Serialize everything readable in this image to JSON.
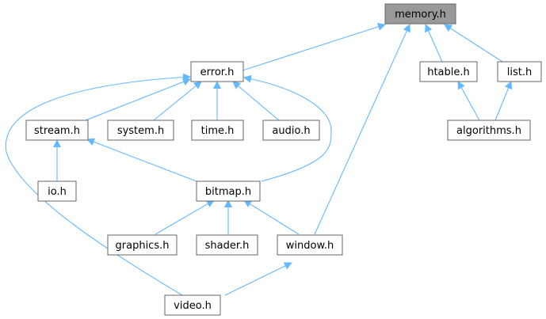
{
  "colors": {
    "edge": "#63b8ff",
    "node_border": "#666666",
    "node_fill": "#ffffff",
    "root_fill": "#999999",
    "root_border": "#666666"
  },
  "nodes": {
    "memory": {
      "label": "memory.h"
    },
    "error": {
      "label": "error.h"
    },
    "htable": {
      "label": "htable.h"
    },
    "list": {
      "label": "list.h"
    },
    "algorithms": {
      "label": "algorithms.h"
    },
    "stream": {
      "label": "stream.h"
    },
    "system": {
      "label": "system.h"
    },
    "time": {
      "label": "time.h"
    },
    "audio": {
      "label": "audio.h"
    },
    "io": {
      "label": "io.h"
    },
    "bitmap": {
      "label": "bitmap.h"
    },
    "graphics": {
      "label": "graphics.h"
    },
    "shader": {
      "label": "shader.h"
    },
    "window": {
      "label": "window.h"
    },
    "video": {
      "label": "video.h"
    }
  },
  "edges": [
    {
      "from": "error",
      "to": "memory"
    },
    {
      "from": "window",
      "to": "memory"
    },
    {
      "from": "htable",
      "to": "memory"
    },
    {
      "from": "list",
      "to": "memory"
    },
    {
      "from": "stream",
      "to": "error"
    },
    {
      "from": "system",
      "to": "error"
    },
    {
      "from": "time",
      "to": "error"
    },
    {
      "from": "audio",
      "to": "error"
    },
    {
      "from": "bitmap",
      "to": "error"
    },
    {
      "from": "video",
      "to": "error"
    },
    {
      "from": "algorithms",
      "to": "htable"
    },
    {
      "from": "algorithms",
      "to": "list"
    },
    {
      "from": "io",
      "to": "stream"
    },
    {
      "from": "bitmap",
      "to": "stream"
    },
    {
      "from": "graphics",
      "to": "bitmap"
    },
    {
      "from": "shader",
      "to": "bitmap"
    },
    {
      "from": "window",
      "to": "bitmap"
    },
    {
      "from": "video",
      "to": "window"
    }
  ]
}
